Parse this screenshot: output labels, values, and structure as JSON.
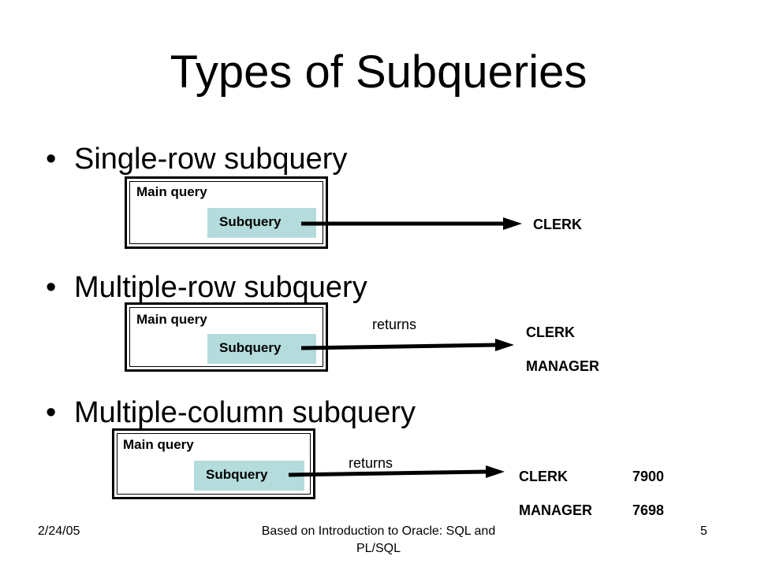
{
  "title": "Types of Subqueries",
  "bullets": [
    {
      "label": "Single-row subquery"
    },
    {
      "label": "Multiple-row subquery"
    },
    {
      "label": "Multiple-column subquery"
    }
  ],
  "diagrams": [
    {
      "main_query": "Main query",
      "subquery": "Subquery",
      "results": [
        "CLERK"
      ]
    },
    {
      "main_query": "Main query",
      "subquery": "Subquery",
      "arrow_label": "returns",
      "results": [
        "CLERK",
        "MANAGER"
      ]
    },
    {
      "main_query": "Main query",
      "subquery": "Subquery",
      "arrow_label": "returns",
      "results": [
        {
          "job": "CLERK",
          "value": "7900"
        },
        {
          "job": "MANAGER",
          "value": "7698"
        }
      ]
    }
  ],
  "footer": {
    "date": "2/24/05",
    "source": "Based on Introduction to Oracle: SQL and PL/SQL",
    "page": "5"
  },
  "bullet_glyph": "•",
  "colors": {
    "subquery_fill": "#b4dcdc",
    "text": "#000000",
    "background": "#ffffff"
  }
}
